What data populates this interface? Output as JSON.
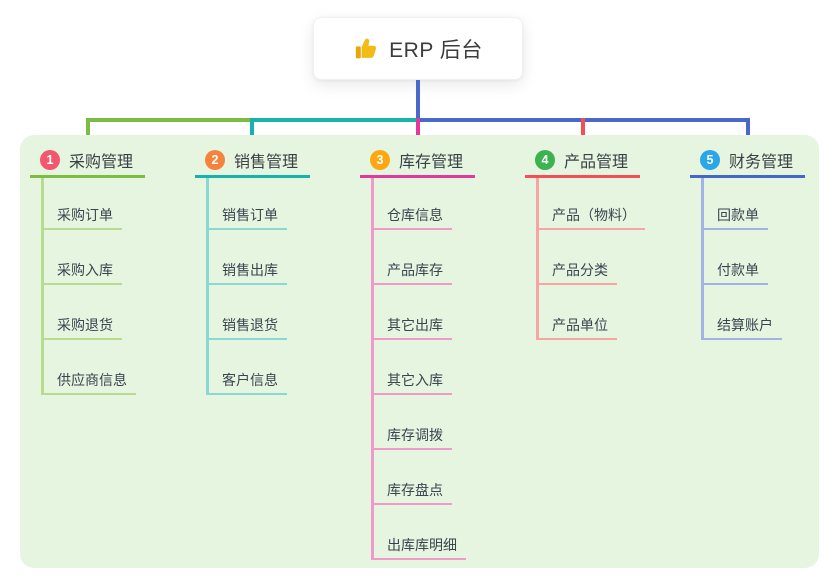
{
  "root": {
    "label": "ERP 后台",
    "icon": "thumbs-up-icon"
  },
  "colors": {
    "root_connector": "#4968c9",
    "panel_background": "#e6f5e0",
    "node_background": "#ffffff",
    "title_text": "#3a3f45",
    "item_text": "#3a4450"
  },
  "branches": [
    {
      "id": "purchase",
      "num": "1",
      "title": "采购管理",
      "badge_color": "#f4566e",
      "line_color": "#7cbd41",
      "sub_line_color": "#b7db90",
      "items": [
        "采购订单",
        "采购入库",
        "采购退货",
        "供应商信息"
      ]
    },
    {
      "id": "sales",
      "num": "2",
      "title": "销售管理",
      "badge_color": "#f6833c",
      "line_color": "#17b3ab",
      "sub_line_color": "#8ad8d2",
      "items": [
        "销售订单",
        "销售出库",
        "销售退货",
        "客户信息"
      ]
    },
    {
      "id": "inventory",
      "num": "3",
      "title": "库存管理",
      "badge_color": "#ffa711",
      "line_color": "#e03b9c",
      "sub_line_color": "#f09ac9",
      "items": [
        "仓库信息",
        "产品库存",
        "其它出库",
        "其它入库",
        "库存调拨",
        "库存盘点",
        "出库库明细"
      ]
    },
    {
      "id": "product",
      "num": "4",
      "title": "产品管理",
      "badge_color": "#3cb250",
      "line_color": "#f25056",
      "sub_line_color": "#f7a5a3",
      "items": [
        "产品（物料）",
        "产品分类",
        "产品单位"
      ]
    },
    {
      "id": "finance",
      "num": "5",
      "title": "财务管理",
      "badge_color": "#29a7e8",
      "line_color": "#4468ca",
      "sub_line_color": "#a2b3e3",
      "items": [
        "回款单",
        "付款单",
        "结算账户"
      ]
    }
  ]
}
